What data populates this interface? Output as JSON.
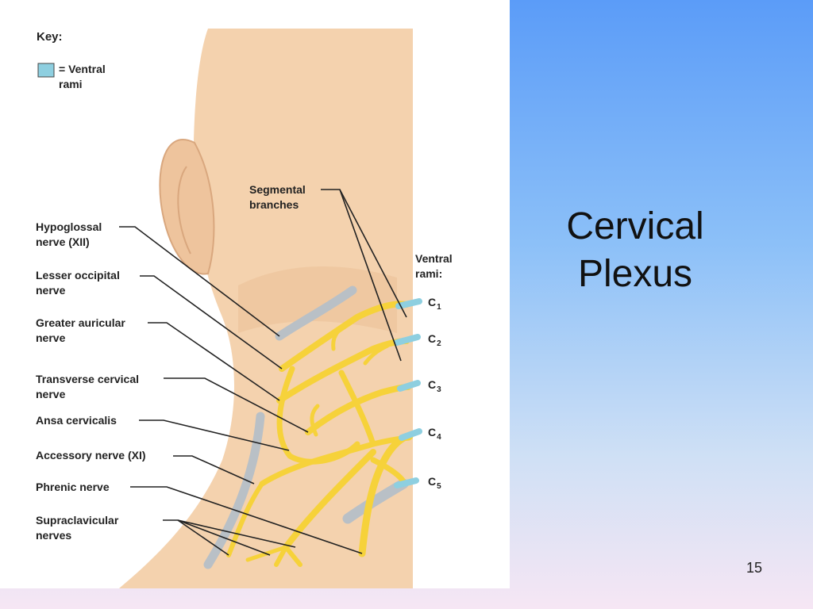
{
  "slide": {
    "title_line1": "Cervical",
    "title_line2": "Plexus",
    "page_number": "15"
  },
  "colors": {
    "background_top": "#5b9cf8",
    "background_bottom": "#f6e6f4",
    "skin": "#f4d2ae",
    "nerve": "#f6d23a",
    "ventral_rami": "#8ecfe0",
    "accessory_nerve": "#b9c0c6"
  },
  "figure": {
    "key_title": "Key:",
    "key_entry": "= Ventral\nrami",
    "labels_left": [
      "Hypoglossal\nnerve (XII)",
      "Lesser occipital\nnerve",
      "Greater auricular\nnerve",
      "Transverse cervical\nnerve",
      "Ansa cervicalis",
      "Accessory nerve (XI)",
      "Phrenic nerve",
      "Supraclavicular\nnerves"
    ],
    "segmental_label": "Segmental\nbranches",
    "ventral_rami_label": "Ventral\nrami:",
    "rami": [
      {
        "letter": "C",
        "num": "1"
      },
      {
        "letter": "C",
        "num": "2"
      },
      {
        "letter": "C",
        "num": "3"
      },
      {
        "letter": "C",
        "num": "4"
      },
      {
        "letter": "C",
        "num": "5"
      }
    ]
  }
}
